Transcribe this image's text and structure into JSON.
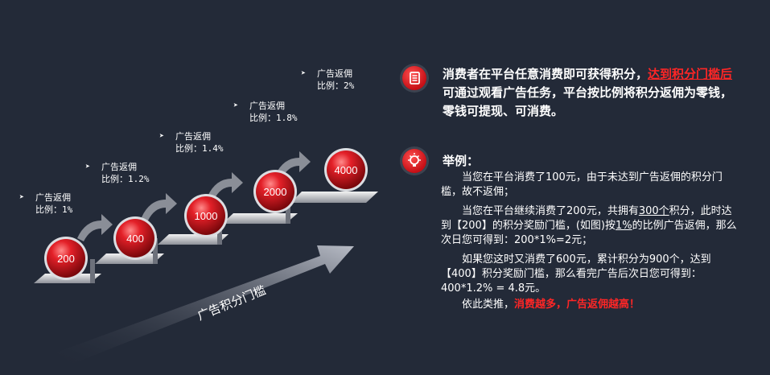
{
  "steps": [
    {
      "value": "200",
      "label_line1": "广告返佣",
      "label_line2": "比例：1%"
    },
    {
      "value": "400",
      "label_line1": "广告返佣",
      "label_line2": "比例：1.2%"
    },
    {
      "value": "1000",
      "label_line1": "广告返佣",
      "label_line2": "比例：1.4%"
    },
    {
      "value": "2000",
      "label_line1": "广告返佣",
      "label_line2": "比例：1.8%"
    },
    {
      "value": "4000",
      "label_line1": "广告返佣",
      "label_line2": "比例：2%"
    }
  ],
  "axis_label": "广告积分门槛",
  "intro": {
    "part1": "消费者在平台任意消费即可获得积分，",
    "part2_red": "达到积分门槛后",
    "part3": "可通过观看广告任务，平台按比例将积分返佣为零钱，零钱可提现、可消费。"
  },
  "example_title": "举例：",
  "example": {
    "p1": "当您在平台消费了100元，由于未达到广告返佣的积分门槛，故不返佣；",
    "p2a": "当您在平台继续消费了200元，共拥有",
    "p2b_under": "300个",
    "p2c": "积分，此时达到【200】的积分奖励门槛，(如图)按",
    "p2d_under": "1%",
    "p2e": "的比例广告返佣，那么次日您可得到：200*1%=2元；",
    "p3": "如果您这时又消费了600元，累计积分为900个，达到【400】积分奖励门槛，那么看完广告后次日您可得到：400*1.2% = 4.8元。",
    "p4a": "依此类推，",
    "p4b_red": "消费越多，广告返佣越高！"
  },
  "colors": {
    "background": "#232a38",
    "accent_red": "#ff2626",
    "ball_red": "#d8161c"
  },
  "icons": {
    "intro": "document-icon",
    "example": "lightbulb-icon"
  }
}
